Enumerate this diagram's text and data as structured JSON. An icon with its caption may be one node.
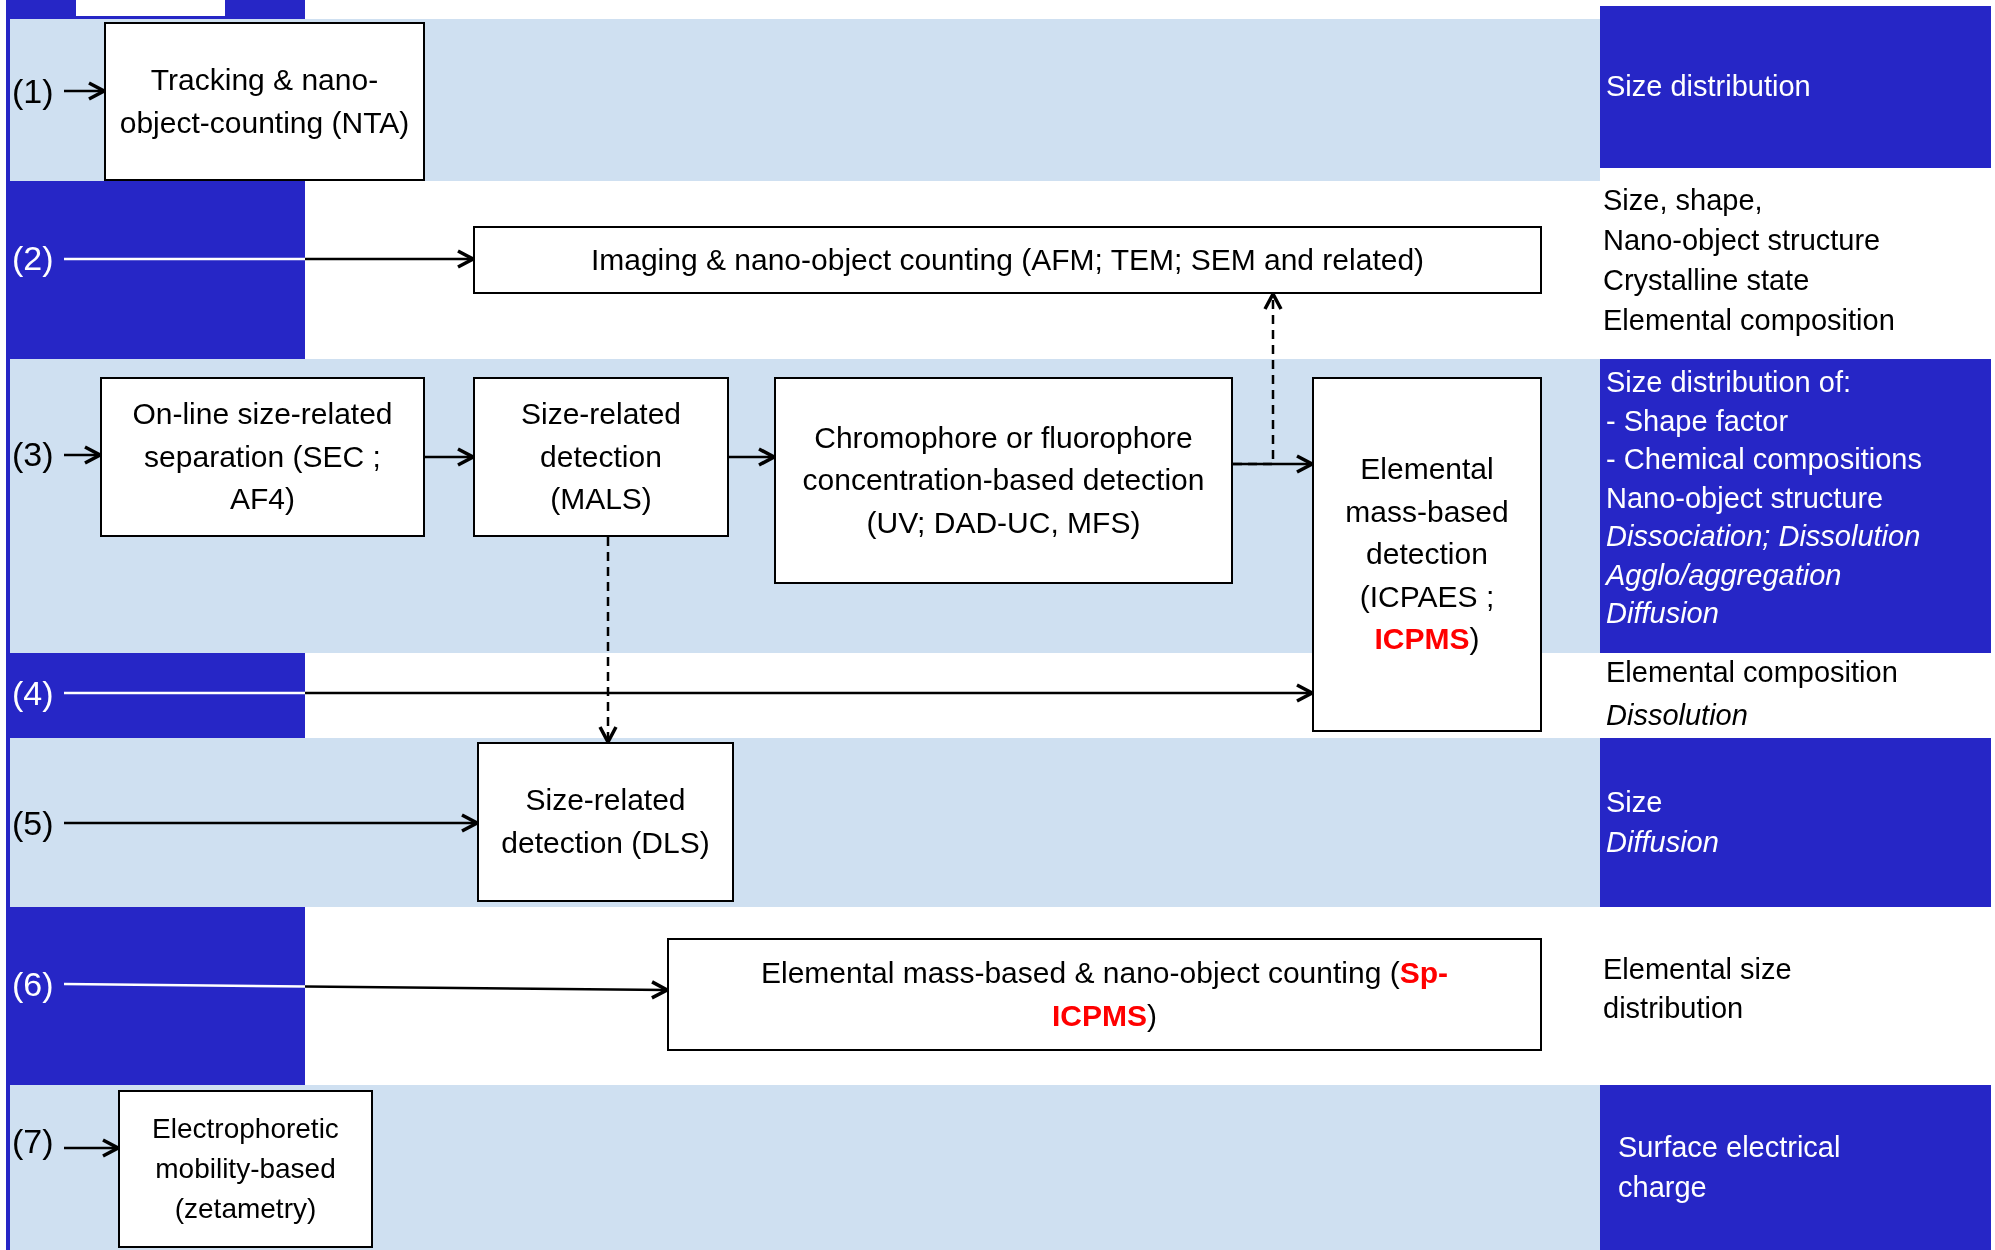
{
  "diagram": {
    "nodes": [
      {
        "text": [
          "(1)"
        ]
      },
      {
        "text": [
          "Tracking & nano-object-counting (NTA)"
        ]
      },
      {
        "text": [
          "Size distribution"
        ]
      },
      {
        "text": [
          "(2)"
        ]
      },
      {
        "text": [
          "Imaging & nano-object counting (AFM; TEM; SEM and related)"
        ]
      },
      {
        "text": [
          "(3)"
        ]
      },
      {
        "text": [
          "On-line size-related separation (SEC ; AF4)"
        ]
      },
      {
        "text": [
          "Size-related detection (MALS)"
        ]
      },
      {
        "text": [
          "Chromophore or fluorophore concentration-based detection (UV; DAD-UC, MFS)"
        ]
      },
      {
        "text": [
          "Elemental mass-based detection (ICPAES ; **ICPMS**)"
        ]
      },
      {
        "text": [
          "Size distribution of:",
          "- Shape factor",
          "- Chemical compositions",
          "Nano-object structure",
          "Dissociation; Dissolution",
          "Agglo/aggregation",
          "Diffusion"
        ]
      },
      {
        "text": [
          "(4)"
        ]
      },
      {
        "text": [
          "(5)"
        ]
      },
      {
        "text": [
          "Size-related detection (DLS)"
        ]
      },
      {
        "text": [
          "Size",
          "Diffusion"
        ]
      },
      {
        "text": [
          "(6)"
        ]
      },
      {
        "text": [
          "Elemental mass-based & nano-object counting (**Sp-ICPMS**)"
        ]
      },
      {
        "text": [
          "(7)"
        ]
      },
      {
        "text": [
          "Electrophoretic mobility-based (zetametry)"
        ]
      },
      {
        "text": [
          "Surface electrical charge"
        ]
      }
    ],
    "edges": [
      {
        "from": 0,
        "to": 1,
        "arrow": "to"
      },
      {
        "from": 3,
        "to": 4,
        "arrow": "to"
      },
      {
        "from": 5,
        "to": 6,
        "arrow": "to"
      },
      {
        "from": 6,
        "to": 7,
        "arrow": "to"
      },
      {
        "from": 7,
        "to": 8,
        "arrow": "to"
      },
      {
        "from": 8,
        "to": 9,
        "arrow": "to"
      },
      {
        "from": 8,
        "to": 4,
        "arrow": "to",
        "style": "dashed"
      },
      {
        "from": 7,
        "to": 13,
        "arrow": "to",
        "style": "dashed"
      },
      {
        "from": 11,
        "to": 9,
        "arrow": "to"
      },
      {
        "from": 12,
        "to": 13,
        "arrow": "to"
      },
      {
        "from": 15,
        "to": 16,
        "arrow": "to"
      },
      {
        "from": 17,
        "to": 18,
        "arrow": "to"
      }
    ],
    "labels": [
      "Size, shape,",
      "Nano-object structure",
      "Crystalline state",
      "Elemental composition",
      "Elemental composition",
      "Dissolution",
      "Elemental size distribution"
    ]
  }
}
